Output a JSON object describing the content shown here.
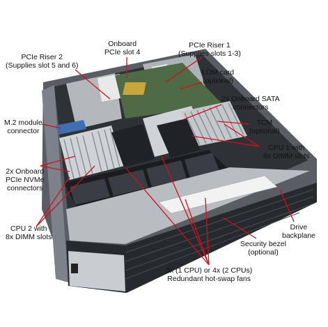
{
  "labels": {
    "onboard_pcie_slot4": [
      "Onboard",
      "PCIe slot 4"
    ],
    "pcie_riser1": [
      "PCIe Riser 1",
      "(Supplies slots 1-3)"
    ],
    "pcie_riser2": [
      "PCIe Riser 2",
      "(Supplies slot 5 and 6)"
    ],
    "lom_card": [
      "LOM card",
      "(optional)"
    ],
    "sata_connectors": [
      "2x Onboard SATA",
      "connectors"
    ],
    "m2_connector": [
      "M.2 module",
      "connector"
    ],
    "tcm": [
      "TCM",
      "(optional)"
    ],
    "cpu1": [
      "CPU 1 with",
      "8x DIMM slots"
    ],
    "nvme_connectors": [
      "2x Onboard",
      "PCIe NVMe",
      "connectors"
    ],
    "cpu2": [
      "CPU 2 with",
      "8x DIMM slots"
    ],
    "drive_backplane": [
      "Drive",
      "backplane"
    ],
    "security_bezel": [
      "Security bezel",
      "(optional)"
    ],
    "fans": [
      "3x (1 CPU) or 4x (2 CPUs)",
      "Redundant hot-swap fans"
    ]
  },
  "colors": {
    "leader_line": "#d0101a",
    "chassis_dark": "#3c3f44",
    "chassis_light": "#9ea3a9",
    "board_green": "#4e6b46"
  }
}
